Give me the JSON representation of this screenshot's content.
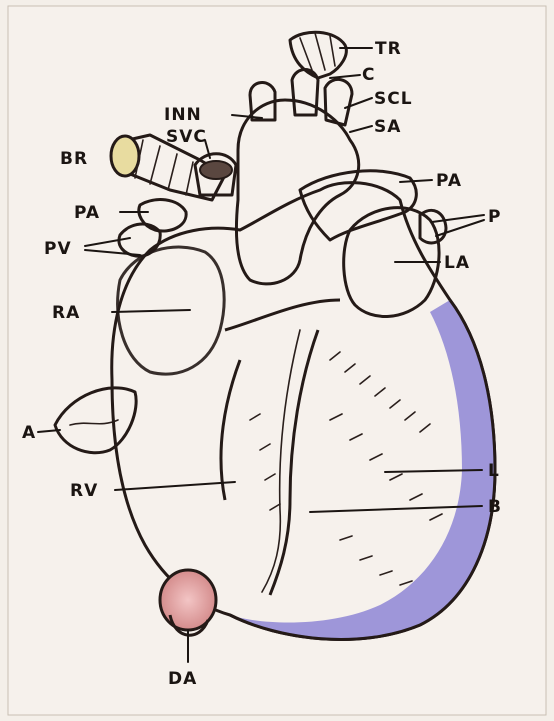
{
  "diagram": {
    "labels": {
      "tr": "TR",
      "c": "C",
      "inn": "INN",
      "scl": "SCL",
      "svc": "SVC",
      "sa": "SA",
      "br": "BR",
      "pa_right": "PA",
      "pa_left": "PA",
      "p": "P",
      "pv": "PV",
      "la": "LA",
      "ra": "RA",
      "a": "A",
      "l": "L",
      "rv": "RV",
      "b": "B",
      "da": "DA"
    },
    "colors": {
      "paper": "#f4efe9",
      "trachea": "#e8dca0",
      "aorta": "#ec7f95",
      "right_heart": "#efb0a3",
      "green_zone": "#8fd1b6",
      "left_blue": "#6fb0d8",
      "left_violet": "#8f86d8",
      "ink": "#1b1512"
    }
  }
}
